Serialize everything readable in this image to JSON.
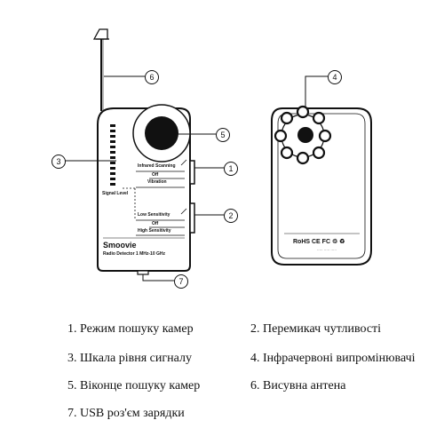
{
  "device": {
    "brand": "Smoovie",
    "model": "Radio Detector 1 MHz-10 GHz",
    "signal_level_label": "Signal Level",
    "switch_top": {
      "labels": [
        "Infrared Scanning",
        "Off",
        "Vibration"
      ]
    },
    "switch_bottom": {
      "labels": [
        "Low Sensitivity",
        "Off",
        "High Sensitivity"
      ]
    },
    "back_marks": "RoHS  CE  FC  ♲  ♻",
    "back_small_text": "·····  ·····  ·····"
  },
  "callouts": [
    "1",
    "2",
    "3",
    "4",
    "5",
    "6",
    "7"
  ],
  "legend": [
    "1. Режим пошуку камер",
    "2. Перемикач чутливості",
    "3. Шкала рівня сигналу",
    "4. Інфрачервоні випромінювачі",
    "5. Віконце пошуку камер",
    "6. Висувна антена",
    "7. USB роз'єм зарядки"
  ]
}
